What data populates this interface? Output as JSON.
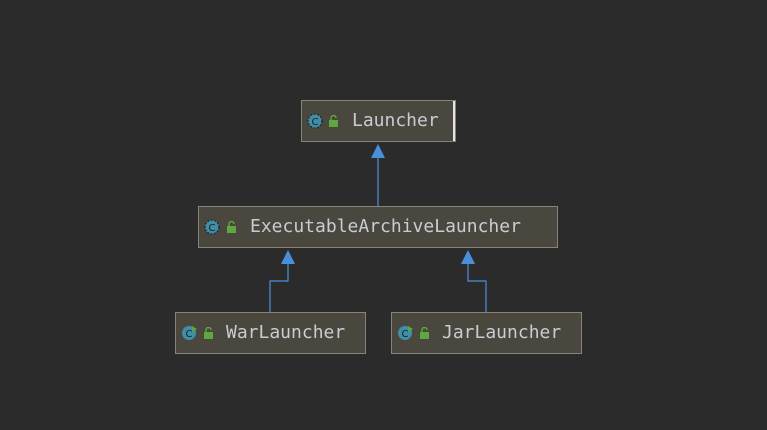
{
  "diagram": {
    "nodes": [
      {
        "id": "launcher",
        "label": "Launcher",
        "icon": "abstract-class-icon",
        "visibility": "public"
      },
      {
        "id": "executable-archive-launcher",
        "label": "ExecutableArchiveLauncher",
        "icon": "abstract-class-icon",
        "visibility": "public"
      },
      {
        "id": "war-launcher",
        "label": "WarLauncher",
        "icon": "runnable-class-icon",
        "visibility": "public"
      },
      {
        "id": "jar-launcher",
        "label": "JarLauncher",
        "icon": "runnable-class-icon",
        "visibility": "public"
      }
    ],
    "edges": [
      {
        "from": "executable-archive-launcher",
        "to": "launcher",
        "type": "extends"
      },
      {
        "from": "war-launcher",
        "to": "executable-archive-launcher",
        "type": "extends"
      },
      {
        "from": "jar-launcher",
        "to": "executable-archive-launcher",
        "type": "extends"
      }
    ]
  },
  "colors": {
    "background": "#2b2b2b",
    "node_fill": "#4a473e",
    "node_border": "#86837a",
    "text": "#c9cdd3",
    "edge": "#4a8fd9",
    "class_icon": "#3f8fa8",
    "lock_icon": "#5fa83f"
  }
}
